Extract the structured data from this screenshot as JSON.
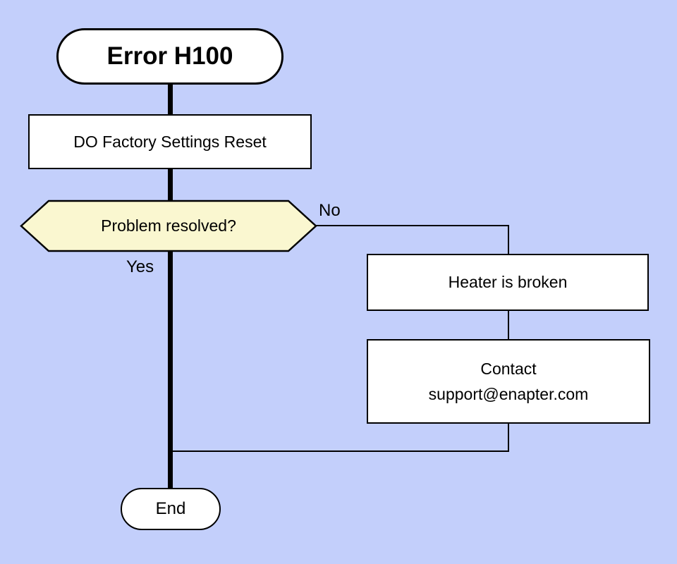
{
  "flowchart": {
    "nodes": {
      "start": {
        "type": "terminator",
        "label": "Error H100"
      },
      "reset": {
        "type": "process",
        "label": "DO Factory Settings Reset"
      },
      "decision": {
        "type": "decision",
        "label": "Problem resolved?"
      },
      "heater": {
        "type": "process",
        "label": "Heater is broken"
      },
      "contact": {
        "type": "process",
        "label_line1": "Contact",
        "label_line2": "support@enapter.com"
      },
      "end": {
        "type": "terminator",
        "label": "End"
      }
    },
    "edges": {
      "no_label": "No",
      "yes_label": "Yes"
    },
    "colors": {
      "background": "#c3cffb",
      "node_fill": "#ffffff",
      "decision_fill": "#faf7d0",
      "stroke": "#000000"
    }
  }
}
